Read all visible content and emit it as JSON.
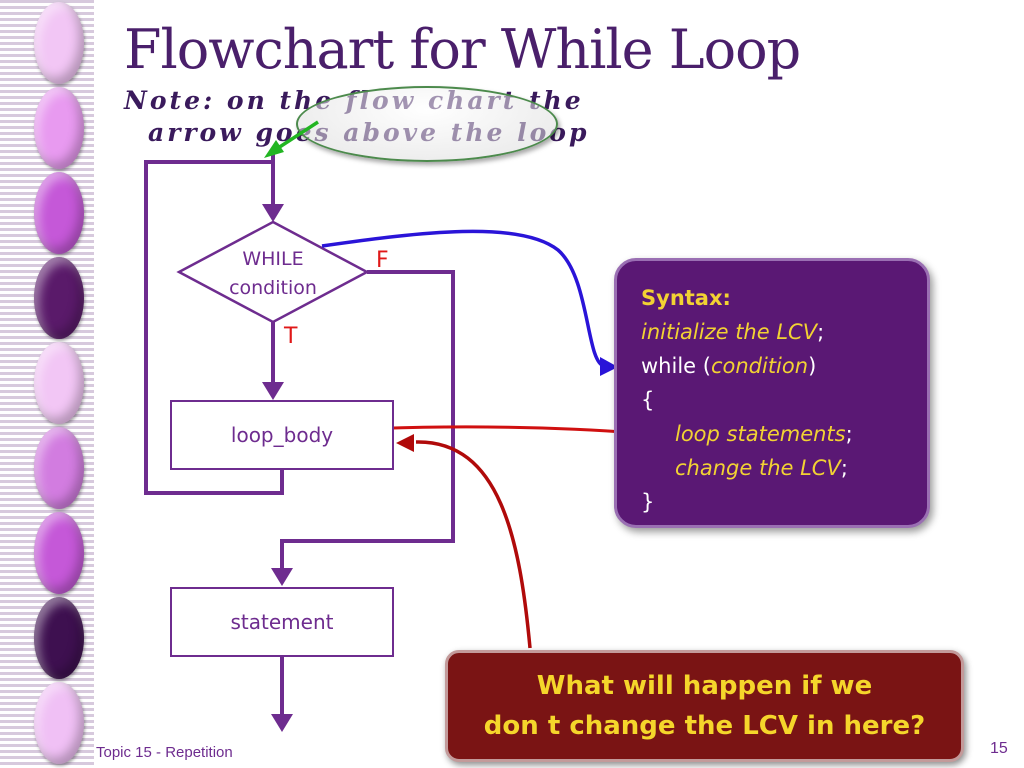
{
  "slide": {
    "title": "Flowchart for While Loop",
    "note_line1": "Note: on the flow chart the",
    "note_line2": "arrow goes above the loop",
    "footer": "Topic 15 - Repetition",
    "page_number": "15"
  },
  "flowchart": {
    "decision_line1": "WHILE",
    "decision_line2": "condition",
    "false_label": "F",
    "true_label": "T",
    "loop_body": "loop_body",
    "statement": "statement"
  },
  "syntax": {
    "heading": "Syntax:",
    "init": "initialize the LCV",
    "semi1": ";",
    "while_kw": "while (",
    "condition": "condition",
    "close_paren": ")",
    "open_brace": "{",
    "loop_statements": "loop statements",
    "semi2": ";",
    "change_lcv": "change the LCV",
    "semi3": ";",
    "close_brace": "}"
  },
  "question": {
    "line1": "What will happen if we",
    "line2": "don t change the LCV in here?"
  },
  "colors": {
    "purple_line": "#6e2c8f",
    "title": "#4a1f6b",
    "syntax_bg": "#5a1874",
    "question_bg": "#7a1414",
    "highlight_yellow": "#f2d233",
    "blue_arrow": "#2a14d8",
    "red_arrow": "#d01010",
    "green_arrow": "#22b522"
  },
  "beads": [
    "#f2c6f5",
    "#e89af0",
    "#c558d8",
    "#5a1a6a",
    "#f2c6f5",
    "#d27ce0",
    "#c558d8",
    "#3e1050",
    "#f0c0f5"
  ]
}
